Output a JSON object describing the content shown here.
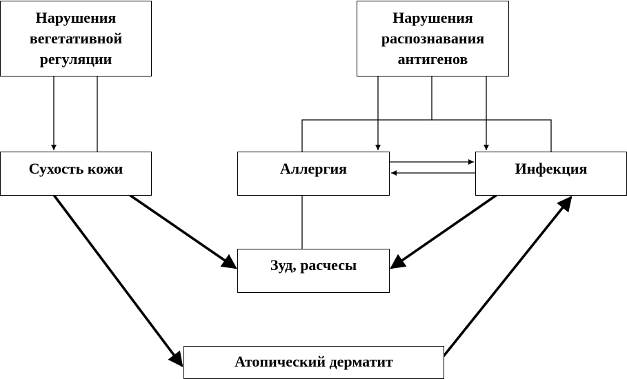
{
  "nodes": {
    "veg_regulation": {
      "lines": [
        "Нарушения",
        "вегетативной",
        "регуляции"
      ]
    },
    "antigen_recognition": {
      "lines": [
        "Нарушения",
        "распознавания",
        "антигенов"
      ]
    },
    "dry_skin": {
      "label": "Сухость кожи"
    },
    "allergy": {
      "label": "Аллергия"
    },
    "infection": {
      "label": "Инфекция"
    },
    "itch": {
      "label": "Зуд, расчесы"
    },
    "atopic_dermatitis": {
      "label": "Атопический дерматит"
    }
  },
  "colors": {
    "line": "#000000",
    "box_border": "#000000",
    "background": "#ffffff"
  }
}
